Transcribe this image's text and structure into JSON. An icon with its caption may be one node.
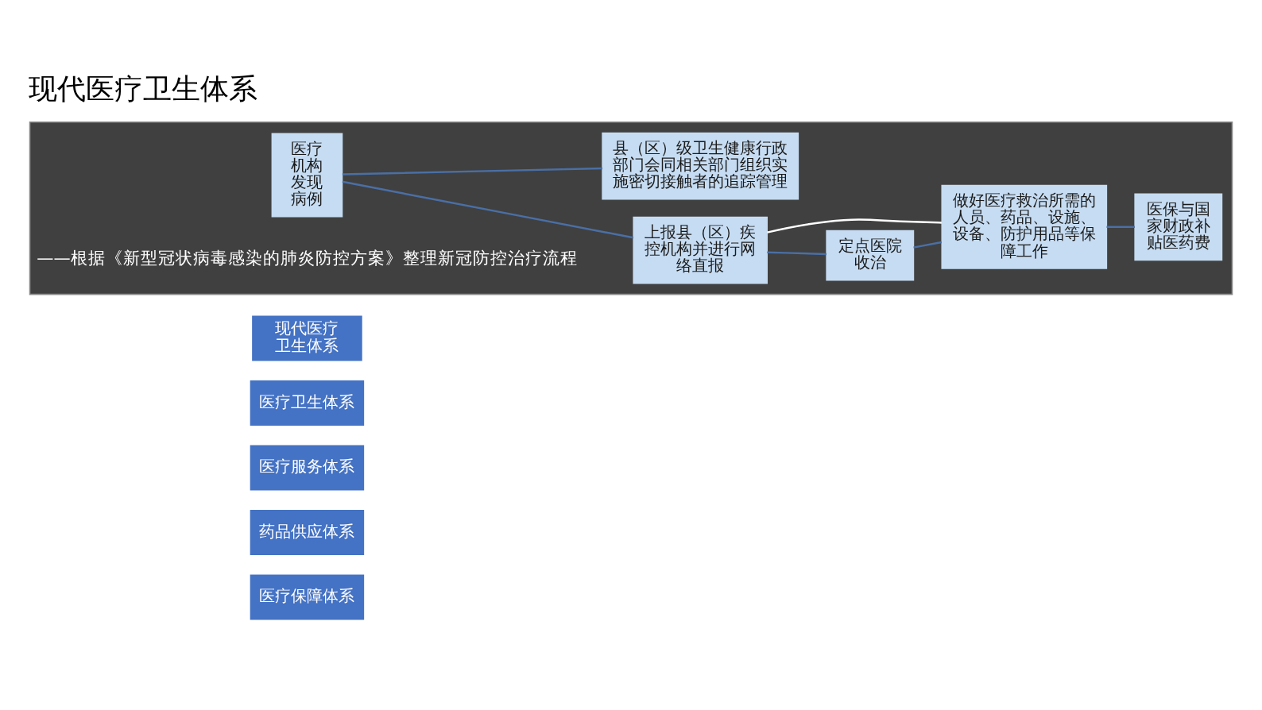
{
  "diagram": {
    "title": "现代医疗卫生体系",
    "nodes": [
      {
        "text": [
          "现代医疗卫生体系"
        ]
      },
      {
        "text": [
          "医疗卫生体系"
        ]
      },
      {
        "text": [
          "医疗服务体系"
        ]
      },
      {
        "text": [
          "药品供应体系"
        ]
      },
      {
        "text": [
          "医疗保障体系"
        ]
      },
      {
        "text": [],
        "shape": "box"
      },
      {
        "text": [
          "医疗机构发现病例"
        ],
        "in": 5
      },
      {
        "text": [
          "上报县（区）疾控机构并进行网络直报"
        ],
        "in": 5
      },
      {
        "text": [
          "县（区）级卫生健康行政部门会同相关部门组织实施密切接触者的追踪管理"
        ],
        "in": 5
      },
      {
        "text": [
          "定点医院收治"
        ],
        "in": 5
      },
      {
        "text": [
          "做好医疗救治所需的人员、药品、设施、设备、防护用品等保障工作"
        ],
        "in": 5
      },
      {
        "text": [
          "医保与国家财政补贴医药费"
        ],
        "in": 5
      }
    ],
    "edges": [
      {
        "from": 6,
        "to": 7,
        "arrow": "none"
      },
      {
        "from": 6,
        "to": 8,
        "arrow": "none"
      },
      {
        "from": 7,
        "to": 9,
        "arrow": "none"
      },
      {
        "from": 7,
        "to": 10,
        "arrow": "none",
        "color": "#ffffff"
      },
      {
        "from": 9,
        "to": 10,
        "arrow": "none"
      },
      {
        "from": 10,
        "to": 11,
        "arrow": "none"
      }
    ],
    "labels": [
      "——根据《新型冠状病毒感染的肺炎防控方案》整理新冠防控治疗流程"
    ]
  }
}
